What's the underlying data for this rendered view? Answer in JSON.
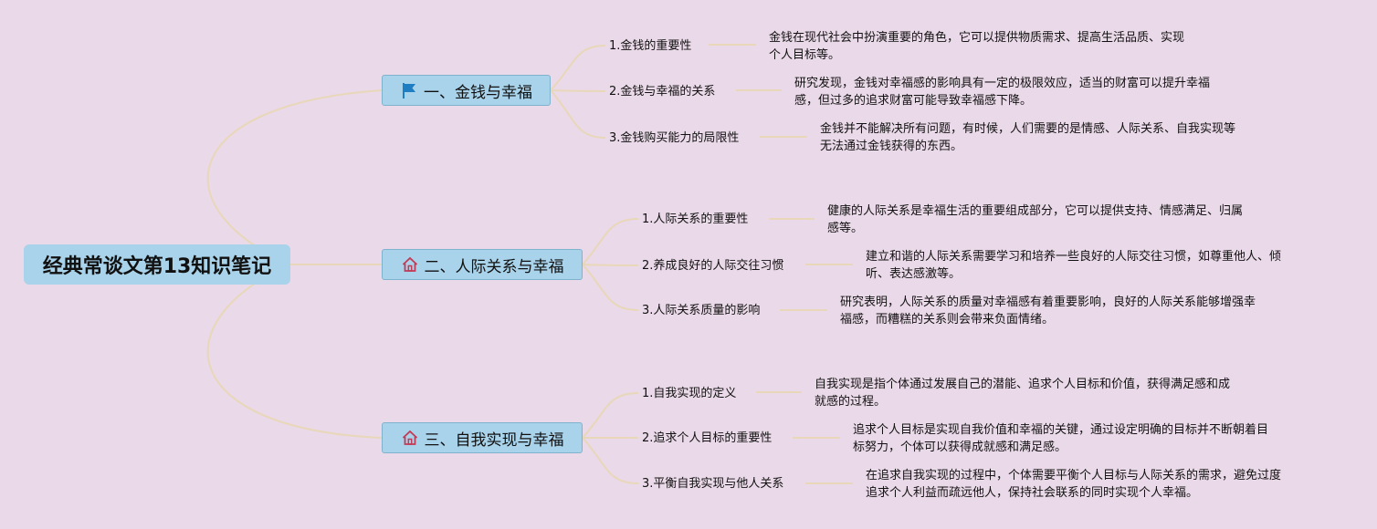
{
  "title": "经典常谈文第13知识笔记",
  "colors": {
    "background": "#ead9e8",
    "node": "#a9d3ea",
    "line": "#e8d7b9",
    "flag": "#1f7dc2",
    "home": "#c23a55"
  },
  "topics": [
    {
      "label": "一、金钱与幸福",
      "icon": "flag-icon",
      "children": [
        {
          "label": "1.金钱的重要性",
          "detail": "金钱在现代社会中扮演重要的角色，它可以提供物质需求、提高生活品质、实现\n个人目标等。"
        },
        {
          "label": "2.金钱与幸福的关系",
          "detail": "研究发现，金钱对幸福感的影响具有一定的极限效应，适当的财富可以提升幸福\n感，但过多的追求财富可能导致幸福感下降。"
        },
        {
          "label": "3.金钱购买能力的局限性",
          "detail": "金钱并不能解决所有问题，有时候，人们需要的是情感、人际关系、自我实现等\n无法通过金钱获得的东西。"
        }
      ]
    },
    {
      "label": "二、人际关系与幸福",
      "icon": "home-icon",
      "children": [
        {
          "label": "1.人际关系的重要性",
          "detail": "健康的人际关系是幸福生活的重要组成部分，它可以提供支持、情感满足、归属\n感等。"
        },
        {
          "label": "2.养成良好的人际交往习惯",
          "detail": "建立和谐的人际关系需要学习和培养一些良好的人际交往习惯，如尊重他人、倾\n听、表达感激等。"
        },
        {
          "label": "3.人际关系质量的影响",
          "detail": "研究表明，人际关系的质量对幸福感有着重要影响，良好的人际关系能够增强幸\n福感，而糟糕的关系则会带来负面情绪。"
        }
      ]
    },
    {
      "label": "三、自我实现与幸福",
      "icon": "home-icon",
      "children": [
        {
          "label": "1.自我实现的定义",
          "detail": "自我实现是指个体通过发展自己的潜能、追求个人目标和价值，获得满足感和成\n就感的过程。"
        },
        {
          "label": "2.追求个人目标的重要性",
          "detail": "追求个人目标是实现自我价值和幸福的关键，通过设定明确的目标并不断朝着目\n标努力，个体可以获得成就感和满足感。"
        },
        {
          "label": "3.平衡自我实现与他人关系",
          "detail": "在追求自我实现的过程中，个体需要平衡个人目标与人际关系的需求，避免过度\n追求个人利益而疏远他人，保持社会联系的同时实现个人幸福。"
        }
      ]
    }
  ]
}
